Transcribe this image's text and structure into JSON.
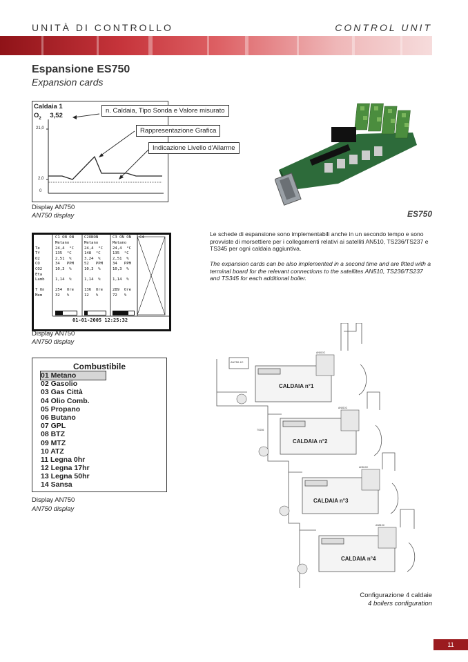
{
  "header": {
    "left": "UNITÀ DI CONTROLLO",
    "right": "CONTROL UNIT"
  },
  "section": {
    "title": "Espansione ES750",
    "subtitle": "Expansion cards"
  },
  "panel1": {
    "boiler": "Caldaia 1",
    "param": "O",
    "param_sub": "2",
    "value": "3,52",
    "y_top": "21,0",
    "y_mid": "2,0",
    "y_zero": "0",
    "labels": [
      "n. Caldaia, Tipo Sonda e Valore misurato",
      "Rappresentazione Grafica",
      "Indicazione Livello d'Allarme"
    ]
  },
  "captions": {
    "display1": "Display AN750",
    "display1_en": "AN750 display",
    "display2": "Display AN750",
    "display2_en": "AN750 display",
    "display3": "Display AN750",
    "display3_en": "AN750 display",
    "es750": "ES750",
    "config": "Configurazione 4 caldaie",
    "config_en": "4 boilers configuration"
  },
  "paragraphs": {
    "it": "Le schede di espansione sono implementabili anche in un secondo tempo e sono provviste di morsettiere per i collegamenti relativi ai satelliti AN510, TS236/TS237 e TS345 per ogni caldaia aggiuntiva.",
    "en": "The expansion cards can be also implemented in a second time and are fitted with a terminal board for the relevant connections to the satellites  AN510, TS236/TS237 and TS345 for each additional boiler."
  },
  "lcd": {
    "headers": [
      "C1 ON ON",
      "C2ONON",
      "C3 ON ON",
      "C4"
    ],
    "rows": [
      {
        "label": "",
        "c1": "Metano",
        "c2": "Metano",
        "c3": "Metano"
      },
      {
        "label": "Te",
        "c1": "24,4  °C",
        "c2": "24,4  °C",
        "c3": "24,4  °C"
      },
      {
        "label": "Tf",
        "c1": "135  °C",
        "c2": "148  °C",
        "c3": "135  °C"
      },
      {
        "label": "O2",
        "c1": "2,51  %",
        "c2": "3,24  %",
        "c3": "2,51  %"
      },
      {
        "label": "CO",
        "c1": "34   PPM",
        "c2": "52   PPM",
        "c3": "34   PPM"
      },
      {
        "label": "CO2",
        "c1": "10,3  %",
        "c2": "10,3  %",
        "c3": "10,3  %"
      },
      {
        "label": "Eta",
        "c1": "",
        "c2": "",
        "c3": ""
      },
      {
        "label": "Lamb",
        "c1": "1,14  %",
        "c2": "1,14  %",
        "c3": "1,14  %"
      },
      {
        "label": "",
        "c1": "",
        "c2": "",
        "c3": ""
      },
      {
        "label": "T On",
        "c1": "254  Ore",
        "c2": "136  Ore",
        "c3": "289  Ore"
      },
      {
        "label": "Mem",
        "c1": "32   %",
        "c2": "12   %",
        "c3": "72   %"
      }
    ],
    "mem_fill": [
      0.32,
      0.12,
      0.72
    ],
    "datetime": "01-01-2005  12:25:32"
  },
  "fuel": {
    "title": "Combustibile",
    "items": [
      "01 Metano",
      "02 Gasolio",
      "03 Gas Città",
      "04 Olio Comb.",
      "05 Propano",
      "06 Butano",
      "07 GPL",
      "08 BTZ",
      "09 MTZ",
      "10 ATZ",
      "11 Legna 0hr",
      "12 Legna 17hr",
      "13 Legna 50hr",
      "14 Sansa"
    ],
    "selected": 0
  },
  "diagram": {
    "top_label": "AN750 4C",
    "boilers": [
      "CALDAIA n°1",
      "CALDAIA n°2",
      "CALDAIA n°3",
      "CALDAIA n°4"
    ],
    "module_labels": [
      "AN510C",
      "AN510C",
      "AN510C",
      "AN510C"
    ],
    "ts_label": "TS236"
  },
  "page_number": "11"
}
